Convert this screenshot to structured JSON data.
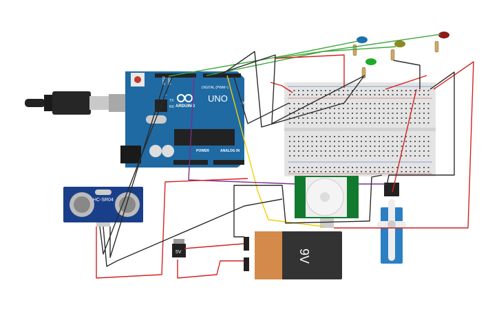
{
  "arduino": {
    "brand": "ARDUINO",
    "model": "UNO",
    "digital_label": "DIGITAL (PWM~)",
    "power_label": "POWER",
    "analog_label": "ANALOG IN",
    "aref": "AREF",
    "gnd": "GND",
    "tx": "TX",
    "rx": "RX",
    "on": "ON",
    "l": "L"
  },
  "sensor": {
    "label": "HC-SR04"
  },
  "regulator": {
    "label": "5V"
  },
  "battery": {
    "label": "9V"
  },
  "colors": {
    "board": "#1f6aa3",
    "breadboard": "#e4e4e4",
    "pir": "#127a2e",
    "servo": "#2d7fc4",
    "wire_red": "#d42020",
    "wire_black": "#2b2b2b",
    "wire_green": "#3aa63a",
    "wire_yellow": "#f0d000",
    "wire_purple": "#7a2e8c"
  }
}
